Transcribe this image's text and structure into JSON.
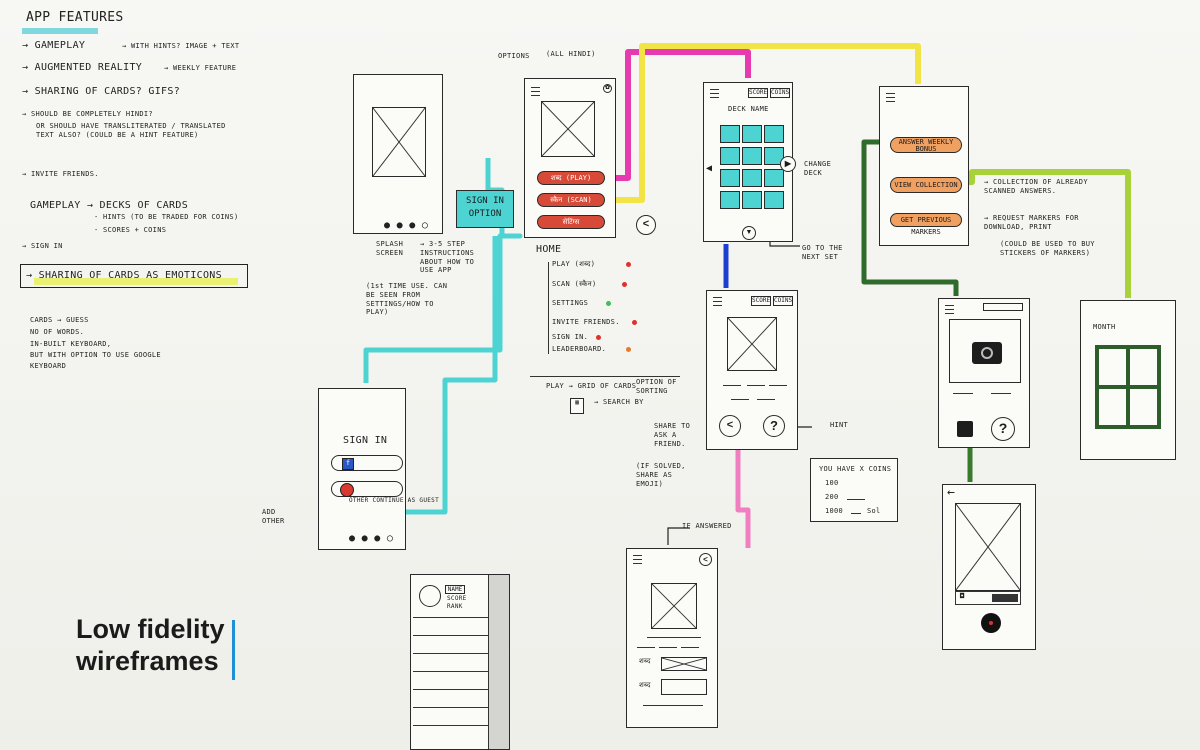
{
  "caption": {
    "line1": "Low fidelity",
    "line2": "wireframes",
    "accent_color": "#1f8fd6"
  },
  "notes": {
    "heading": "APP FEATURES",
    "items": [
      "→ GAMEPLAY",
      "→ WITH HINTS? IMAGE + TEXT",
      "→ AUGMENTED REALITY",
      "→ WEEKLY FEATURE",
      "→ SHARING OF CARDS? GIFS?",
      "→ SHOULD BE COMPLETELY HINDI?",
      "OR SHOULD HAVE TRANSLITERATED / TRANSLATED TEXT ALSO? (COULD BE A HINT FEATURE)",
      "→ INVITE FRIENDS.",
      "GAMEPLAY → DECKS OF CARDS",
      "- HINTS (TO BE TRADED FOR COINS)",
      "- SCORES + COINS",
      "→ SIGN IN"
    ],
    "highlight": "→ SHARING OF CARDS AS EMOTICONS",
    "cards_notes": [
      "CARDS → GUESS",
      "NO OF WORDS.",
      "IN-BUILT KEYBOARD,",
      "BUT WITH OPTION TO USE GOOGLE",
      "KEYBOARD"
    ]
  },
  "splash": {
    "label": "SPLASH SCREEN",
    "steps": "→ 3-5 STEP INSTRUCTIONS ABOUT HOW TO USE APP",
    "first_time": "(1st TIME USE. CAN BE SEEN FROM SETTINGS/HOW TO PLAY)"
  },
  "sign_in_option": "SIGN IN OPTION",
  "home": {
    "top_label": "(ALL HINDI)",
    "options_label": "OPTIONS",
    "buttons": [
      "शब्द (PLAY)",
      "स्कैन (SCAN)",
      "सेटिंग्स"
    ],
    "menu_title": "HOME",
    "menu_items": [
      "PLAY (शब्द)",
      "SCAN (स्कैन)",
      "SETTINGS",
      "INVITE FRIENDS.",
      "SIGN IN.",
      "LEADERBOARD."
    ],
    "dot_colors": [
      "#e0322b",
      "#e0322b",
      "#3dbf5a",
      "#e0322b",
      "#e0322b",
      "#e87b2a"
    ],
    "play_note": "PLAY → GRID OF CARDS",
    "play_option": "OPTION OF SORTING",
    "search_by": "→ SEARCH BY"
  },
  "deck": {
    "title": "DECK NAME",
    "tabs": [
      "SCORE",
      "COINS"
    ],
    "change_deck": "CHANGE DECK",
    "next_set": "GO TO THE NEXT SET"
  },
  "card_screen": {
    "tabs": [
      "SCORE",
      "COINS"
    ],
    "share_note": "SHARE TO ASK A FRIEND.",
    "solved_note": "(IF SOLVED, SHARE AS EMOJI)",
    "hint_label": "HINT",
    "hint_symbol": "?"
  },
  "coins": {
    "title": "YOU HAVE X COINS",
    "rows": [
      "100",
      "200",
      "1000"
    ],
    "suffix": "Sol"
  },
  "signin": {
    "title": "SIGN IN",
    "add_other": "ADD OTHER",
    "continue_guest": "OTHER CONTINUE AS GUEST"
  },
  "answered": {
    "label": "IF ANSWERED",
    "row_labels": [
      "शब्द",
      "शब्द"
    ]
  },
  "leaderboard": {
    "fields": [
      "NAME",
      "SCORE",
      "RANK"
    ]
  },
  "scan_menu": {
    "buttons": [
      "ANSWER WEEKLY BONUS",
      "VIEW COLLECTION",
      "GET PREVIOUS MARKERS"
    ],
    "collection_note": "→ COLLECTION OF ALREADY SCANNED ANSWERS.",
    "request_note": "→ REQUEST MARKERS FOR DOWNLOAD, PRINT",
    "request_note2": "(COULD BE USED TO BUY STICKERS OF MARKERS)"
  },
  "camera": {
    "hint_symbol": "?"
  },
  "month_screen": {
    "label": "MONTH"
  },
  "wires": {
    "magenta": "#e73ab0",
    "yellow": "#f2e447",
    "cyan": "#4ed3d3",
    "blue": "#1d3fd0",
    "green": "#2f6b2a",
    "lime": "#a8d23a",
    "pink": "#f07fc2"
  }
}
